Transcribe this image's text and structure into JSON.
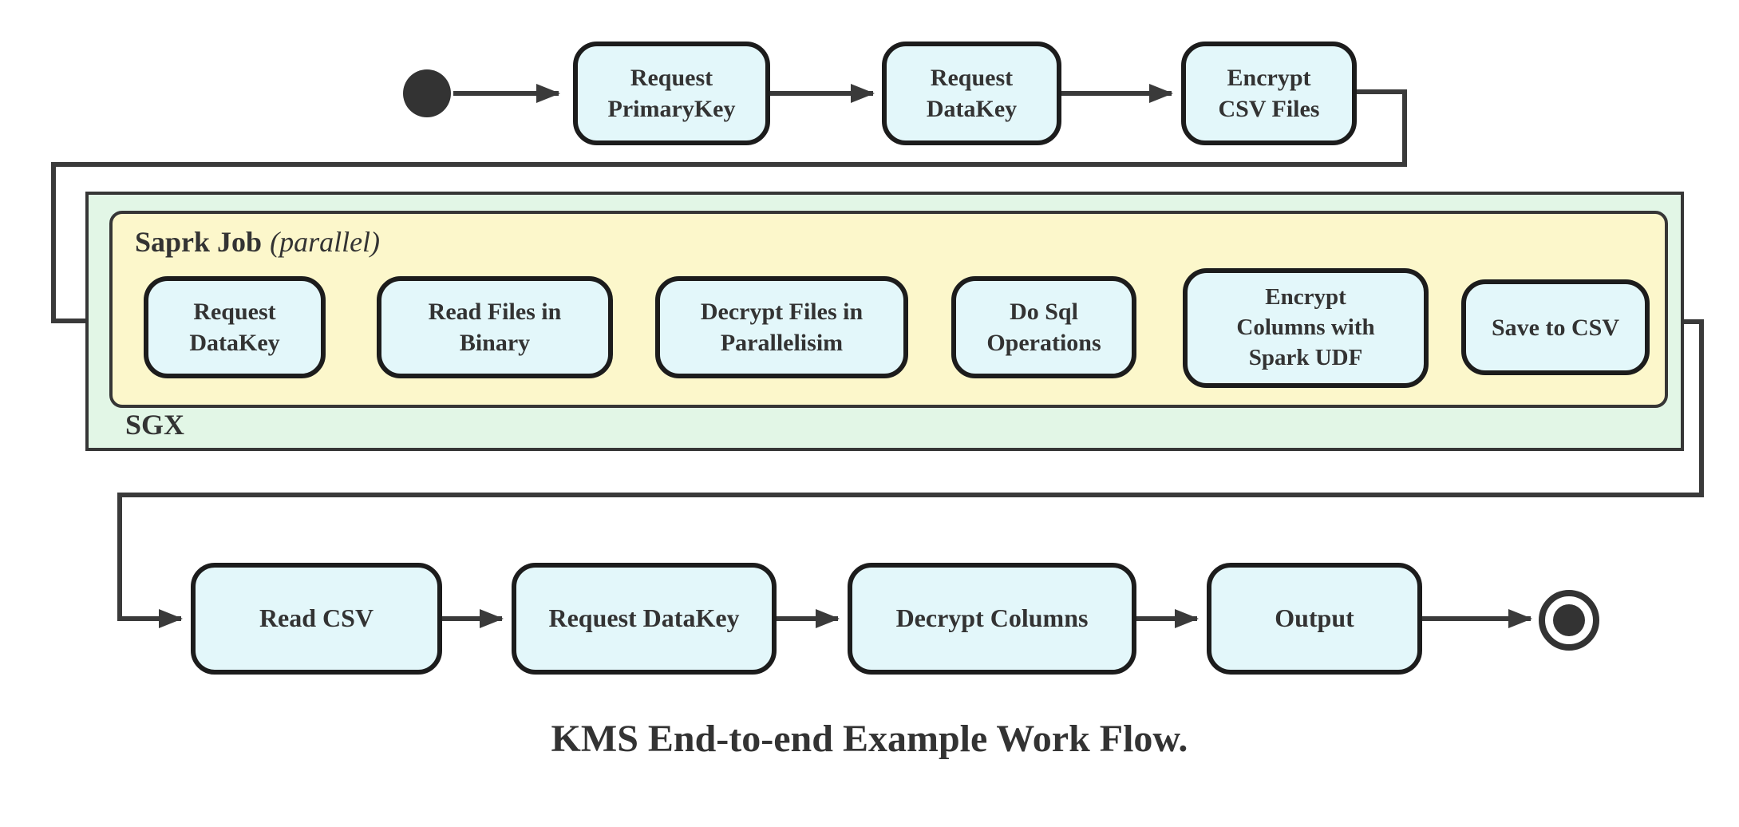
{
  "caption": "KMS End-to-end Example Work Flow.",
  "colors": {
    "node_fill": "#e3f7fa",
    "node_border": "#1c1c1c",
    "sgx_container_fill": "#e2f6e6",
    "spark_container_fill": "#fcf7cb",
    "container_border": "#363636",
    "connector": "#3a3a3a",
    "text": "#333333",
    "background": "#ffffff"
  },
  "containers": {
    "sgx": {
      "label": "SGX"
    },
    "spark_job": {
      "name": "Saprk Job",
      "qualifier": "(parallel)"
    }
  },
  "nodes": {
    "top": [
      {
        "label": "Request\nPrimaryKey"
      },
      {
        "label": "Request\nDataKey"
      },
      {
        "label": "Encrypt\nCSV Files"
      }
    ],
    "spark": [
      {
        "label": "Request\nDataKey"
      },
      {
        "label": "Read Files in\nBinary"
      },
      {
        "label": "Decrypt Files in\nParallelisim"
      },
      {
        "label": "Do Sql\nOperations"
      },
      {
        "label": "Encrypt\nColumns with\nSpark UDF"
      },
      {
        "label": "Save to CSV"
      }
    ],
    "bottom": [
      {
        "label": "Read CSV"
      },
      {
        "label": "Request DataKey"
      },
      {
        "label": "Decrypt Columns"
      },
      {
        "label": "Output"
      }
    ]
  },
  "markers": {
    "initial_node": "filled-circle",
    "final_node": "ringed-circle"
  }
}
